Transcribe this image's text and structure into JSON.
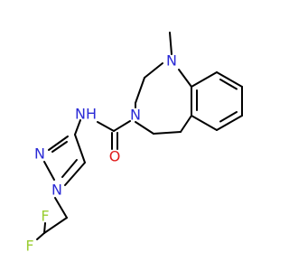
{
  "molecule": {
    "atoms": {
      "methyl_n": "N",
      "ring_n": "N",
      "amide_nh": "NH",
      "carbonyl_o": "O",
      "pyrazole_n2": "N",
      "pyrazole_n1": "N",
      "fluorine_top": "F",
      "fluorine_bottom": "F"
    },
    "colors": {
      "bond": "#000000",
      "nitrogen": "#2a2ad6",
      "oxygen": "#e01b1b",
      "fluorine": "#9acd32"
    }
  }
}
